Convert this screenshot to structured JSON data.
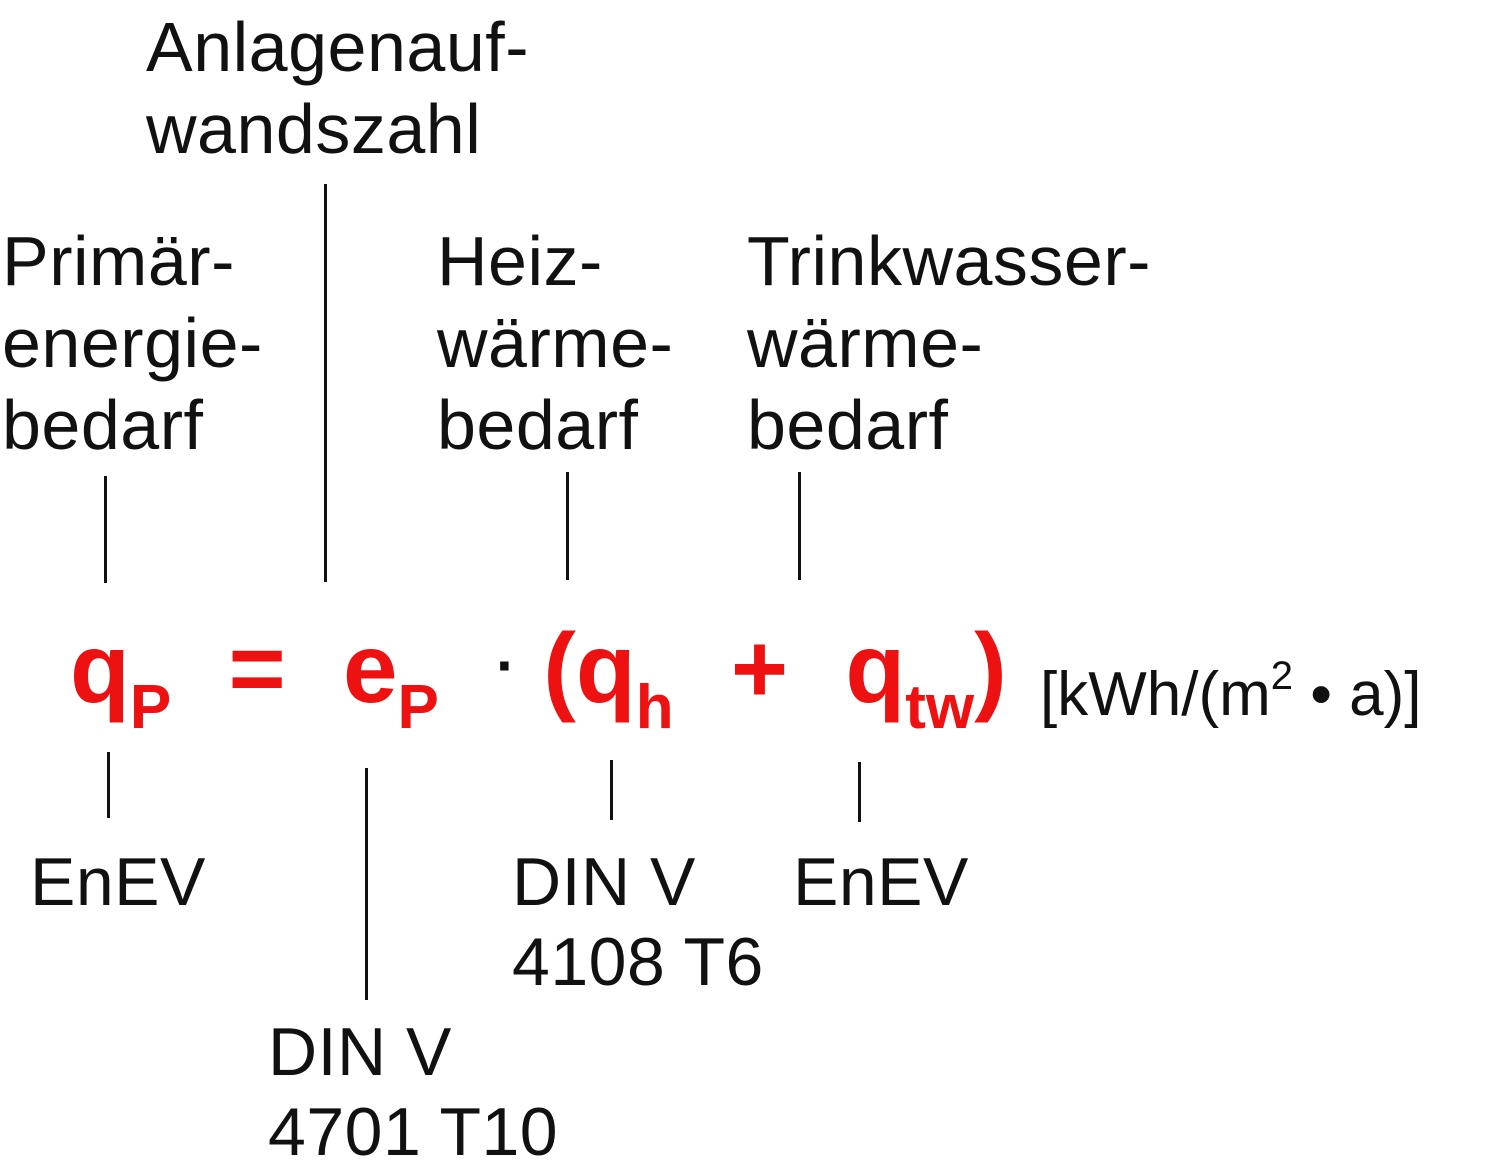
{
  "labels": {
    "anlagenaufwandszahl": [
      "Anlagenauf-",
      "wandszahl"
    ],
    "primaerenergiebedarf": [
      "Primär-",
      "energie-",
      "bedarf"
    ],
    "heizwaermebedarf": [
      "Heiz-",
      "wärme-",
      "bedarf"
    ],
    "trinkwasserwaermebedarf": [
      "Trinkwasser-",
      "wärme-",
      "bedarf"
    ]
  },
  "formula": {
    "q_p": "q",
    "q_p_sub": "P",
    "equals": "=",
    "e_p": "e",
    "e_p_sub": "P",
    "dot": "·",
    "open_paren": "(",
    "q_h": "q",
    "q_h_sub": "h",
    "plus": "+",
    "q_tw": "q",
    "q_tw_sub": "tw",
    "close_paren": ")"
  },
  "unit": {
    "prefix": "[kWh/(m",
    "exponent": "2",
    "suffix": " • a)]"
  },
  "standards": {
    "q_p": [
      "EnEV"
    ],
    "e_p": [
      "DIN V",
      "4701 T10"
    ],
    "q_h": [
      "DIN V",
      "4108 T6"
    ],
    "q_tw": [
      "EnEV"
    ]
  },
  "colors": {
    "formula": "#ee1111",
    "text": "#111111",
    "background": "#ffffff"
  }
}
